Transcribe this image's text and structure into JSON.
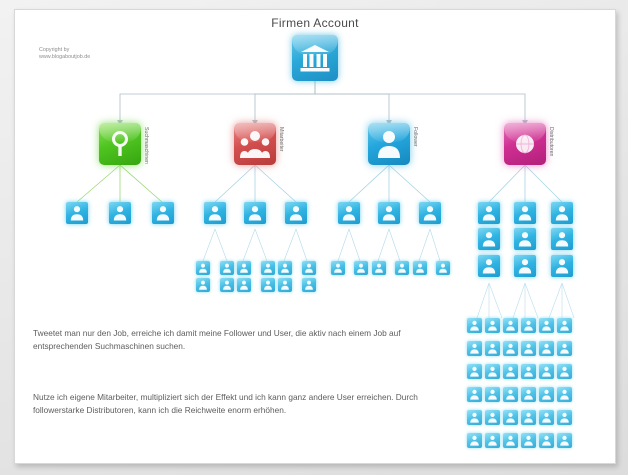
{
  "slide": {
    "title": "Firmen Account",
    "copyright": [
      "Copyright by",
      "www.blogaboutjob.de"
    ]
  },
  "root": {
    "label": "Firmen Account",
    "icon": "bank-icon",
    "color": "#2ba8d8"
  },
  "categories": [
    {
      "id": "suchmaschinen",
      "label": "Such-\nmaschinen",
      "label_flat": "Suchmaschinen",
      "icon": "magnifier-icon",
      "color": "#4fc520",
      "children": 3,
      "grandchildren": 0
    },
    {
      "id": "mitarbeiter",
      "label": "Mitarbeiter",
      "label_flat": "Mitarbeiter",
      "icon": "people-group-icon",
      "color": "#d44f4f",
      "children": 3,
      "grandchildren": 6
    },
    {
      "id": "follower",
      "label": "Follower",
      "label_flat": "Follower",
      "icon": "single-person-icon",
      "color": "#24a6dd",
      "children": 3,
      "grandchildren": 6
    },
    {
      "id": "distributoren",
      "label": "Distributoren",
      "label_flat": "Distributoren",
      "icon": "globe-icon",
      "color": "#cf2f92",
      "children": 9,
      "grandchildren": 36
    }
  ],
  "body": {
    "paragraphs": [
      "Tweetet man nur den Job, erreiche ich damit meine Follower und User, die aktiv nach einem Job auf entsprechenden Suchmaschinen suchen.",
      "Nutze ich eigene Mitarbeiter, multipliziert sich der Effekt und ich kann ganz andere User erreichen. Durch followerstarke Distributoren, kann ich die Reichweite enorm erhöhen."
    ]
  },
  "chart_data": {
    "type": "diagram-tree",
    "title": "Firmen Account",
    "root": "Firmen Account",
    "levels": [
      {
        "level": 0,
        "nodes": 1,
        "label": "Firmen Account"
      },
      {
        "level": 1,
        "nodes": 4,
        "labels": [
          "Suchmaschinen",
          "Mitarbeiter",
          "Follower",
          "Distributoren"
        ]
      },
      {
        "level": 2,
        "nodes": 18,
        "per_branch": [
          3,
          3,
          3,
          9
        ]
      },
      {
        "level": 3,
        "nodes": 48,
        "per_branch": [
          0,
          6,
          6,
          36
        ]
      }
    ]
  }
}
